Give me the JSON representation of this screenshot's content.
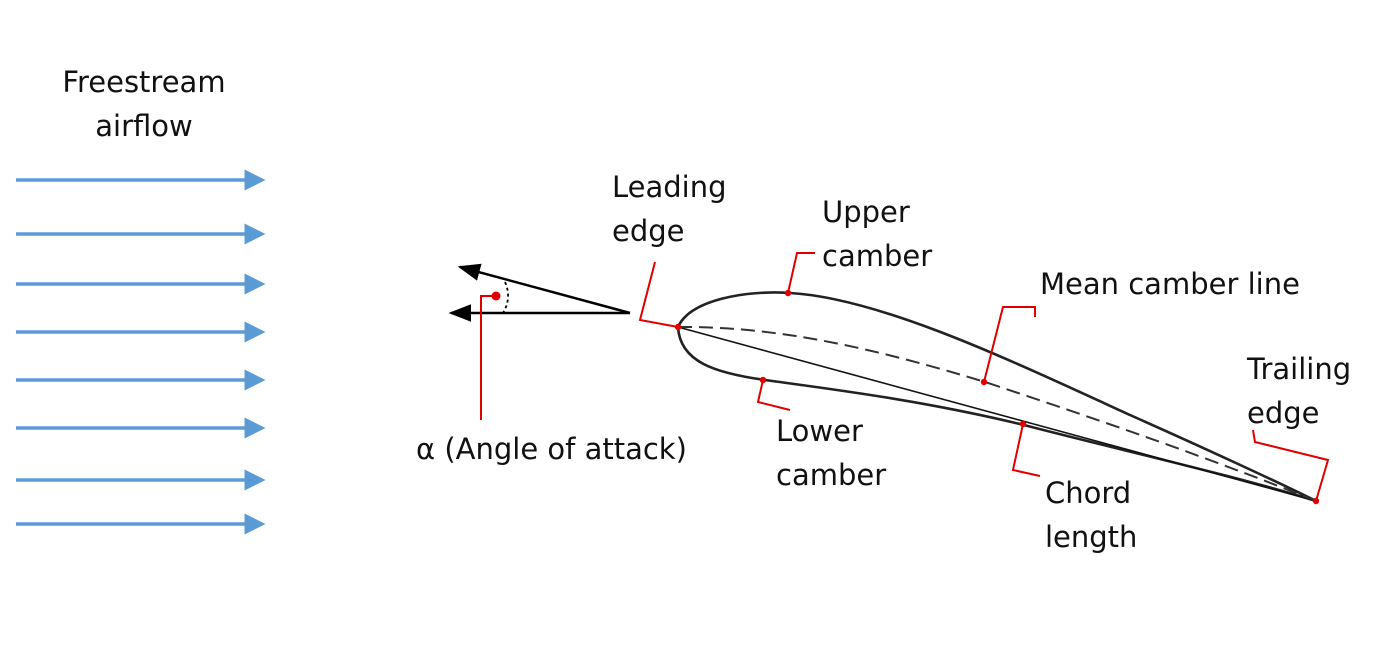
{
  "freestream": {
    "line1": "Freestream",
    "line2": "airflow",
    "arrow_count": 8,
    "arrow_color": "#5b9bd5"
  },
  "labels": {
    "leading_edge": {
      "line1": "Leading",
      "line2": "edge"
    },
    "upper_camber": {
      "line1": "Upper",
      "line2": "camber"
    },
    "mean_camber": {
      "text": "Mean camber line"
    },
    "trailing_edge": {
      "line1": "Trailing",
      "line2": "edge"
    },
    "lower_camber": {
      "line1": "Lower",
      "line2": "camber"
    },
    "chord_length": {
      "line1": "Chord",
      "line2": "length"
    },
    "angle_of_attack": {
      "text": "α (Angle of attack)"
    }
  },
  "colors": {
    "annotation": "#e00000",
    "outline": "#222222",
    "text": "#111111"
  }
}
